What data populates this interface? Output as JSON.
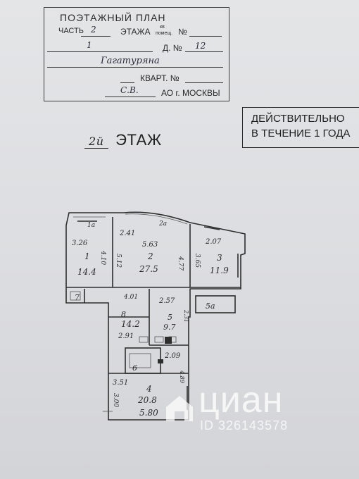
{
  "stamp": {
    "title": "ПОЭТАЖНЫЙ ПЛАН",
    "row1_prefix": "ЧАСТЬ",
    "row1_part": "2",
    "row1_floor": "ЭТАЖА",
    "row1_sub_top": "кв",
    "row1_sub_bottom": "помещ.",
    "row1_no": "№",
    "row2_left": "1",
    "row2_house": "Д. №",
    "row2_house_value": "12",
    "street": "Гагатуряна",
    "apt": "КВАРТ. №",
    "district": "С.В.",
    "ao": "АО г. МОСКВЫ"
  },
  "validity": {
    "line1": "ДЕЙСТВИТЕЛЬНО",
    "line2": "В ТЕЧЕНИЕ 1 ГОДА"
  },
  "floor": {
    "number": "2",
    "suffix": "й",
    "label": "ЭТАЖ"
  },
  "rooms": [
    {
      "id": "r1",
      "no": "1",
      "area": "14.4"
    },
    {
      "id": "r2",
      "no": "2",
      "area": "27.5"
    },
    {
      "id": "r3",
      "no": "3",
      "area": "11.9"
    },
    {
      "id": "r4",
      "no": "4",
      "area": "20.8"
    },
    {
      "id": "r5",
      "no": "5",
      "area": "9.7"
    },
    {
      "id": "r5a",
      "no": "5а",
      "area": ""
    },
    {
      "id": "r6",
      "no": "6",
      "area": ""
    },
    {
      "id": "r7",
      "no": "7",
      "area": ""
    },
    {
      "id": "r8",
      "no": "8",
      "area": "14.2"
    },
    {
      "id": "r1a",
      "no": "1а",
      "area": ""
    },
    {
      "id": "r2a",
      "no": "2а",
      "area": ""
    }
  ],
  "dimensions": {
    "d326": "3.26",
    "d410": "4.10",
    "d241": "2.41",
    "d563": "5.63",
    "d512": "5.12",
    "d477": "4.77",
    "d207": "2.07",
    "d365": "3.65",
    "d401": "4.01",
    "d257": "2.57",
    "d291": "2.91",
    "d209": "2.09",
    "d351": "3.51",
    "d300": "3.00",
    "d580": "5.80",
    "d489": "4.89",
    "d231": "2.31"
  },
  "watermark": {
    "brand": "циан",
    "id": "ID 326143578"
  }
}
